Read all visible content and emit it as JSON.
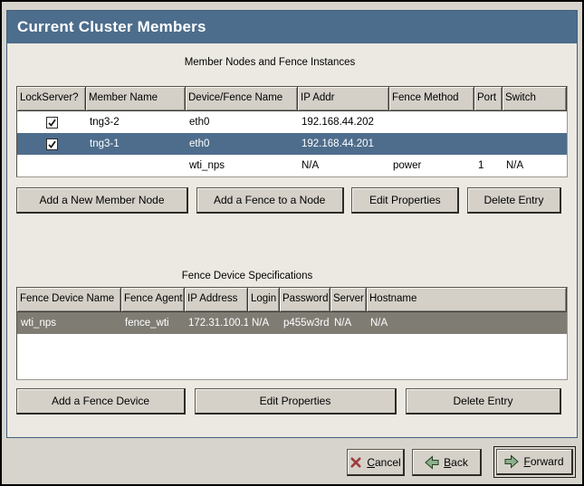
{
  "window": {
    "title": "Current Cluster Members"
  },
  "colors": {
    "titlebar": "#4d6d8c",
    "selection_active": "#4e6d8c",
    "selection_inactive": "#7f7c74",
    "panel_bg": "#ece9e2",
    "window_bg": "#d7d4cd",
    "button_face": "#d5d1c9",
    "header_face": "#d4d0c8"
  },
  "member_table": {
    "caption": "Member Nodes and Fence Instances",
    "columns": [
      "LockServer?",
      "Member Name",
      "Device/Fence Name",
      "IP Addr",
      "Fence Method",
      "Port",
      "Switch"
    ],
    "rows": [
      {
        "lock_server": "checked",
        "member_name": "tng3-2",
        "device": "eth0",
        "ip": "192.168.44.202",
        "fence_method": "",
        "port": "",
        "switch": "",
        "selected": false
      },
      {
        "lock_server": "checked",
        "member_name": "tng3-1",
        "device": "eth0",
        "ip": "192.168.44.201",
        "fence_method": "",
        "port": "",
        "switch": "",
        "selected": true
      },
      {
        "lock_server": "",
        "member_name": "",
        "device": "wti_nps",
        "ip": "N/A",
        "fence_method": "power",
        "port": "1",
        "switch": "N/A",
        "selected": false
      }
    ],
    "buttons": [
      "Add a New Member Node",
      "Add a Fence to a Node",
      "Edit Properties",
      "Delete Entry"
    ]
  },
  "fence_table": {
    "caption": "Fence Device Specifications",
    "columns": [
      "Fence Device Name",
      "Fence Agent",
      "IP Address",
      "Login",
      "Password",
      "Server",
      "Hostname"
    ],
    "rows": [
      {
        "name": "wti_nps",
        "agent": "fence_wti",
        "ip": "172.31.100.1",
        "login": "N/A",
        "password": "p455w3rd",
        "server": "N/A",
        "hostname": "N/A",
        "selected": true
      }
    ],
    "buttons": [
      "Add a Fence Device",
      "Edit Properties",
      "Delete Entry"
    ]
  },
  "actions": {
    "cancel": {
      "mnemonic": "C",
      "rest": "ancel"
    },
    "back": {
      "mnemonic": "B",
      "rest": "ack"
    },
    "forward": {
      "mnemonic": "F",
      "rest": "orward"
    }
  }
}
